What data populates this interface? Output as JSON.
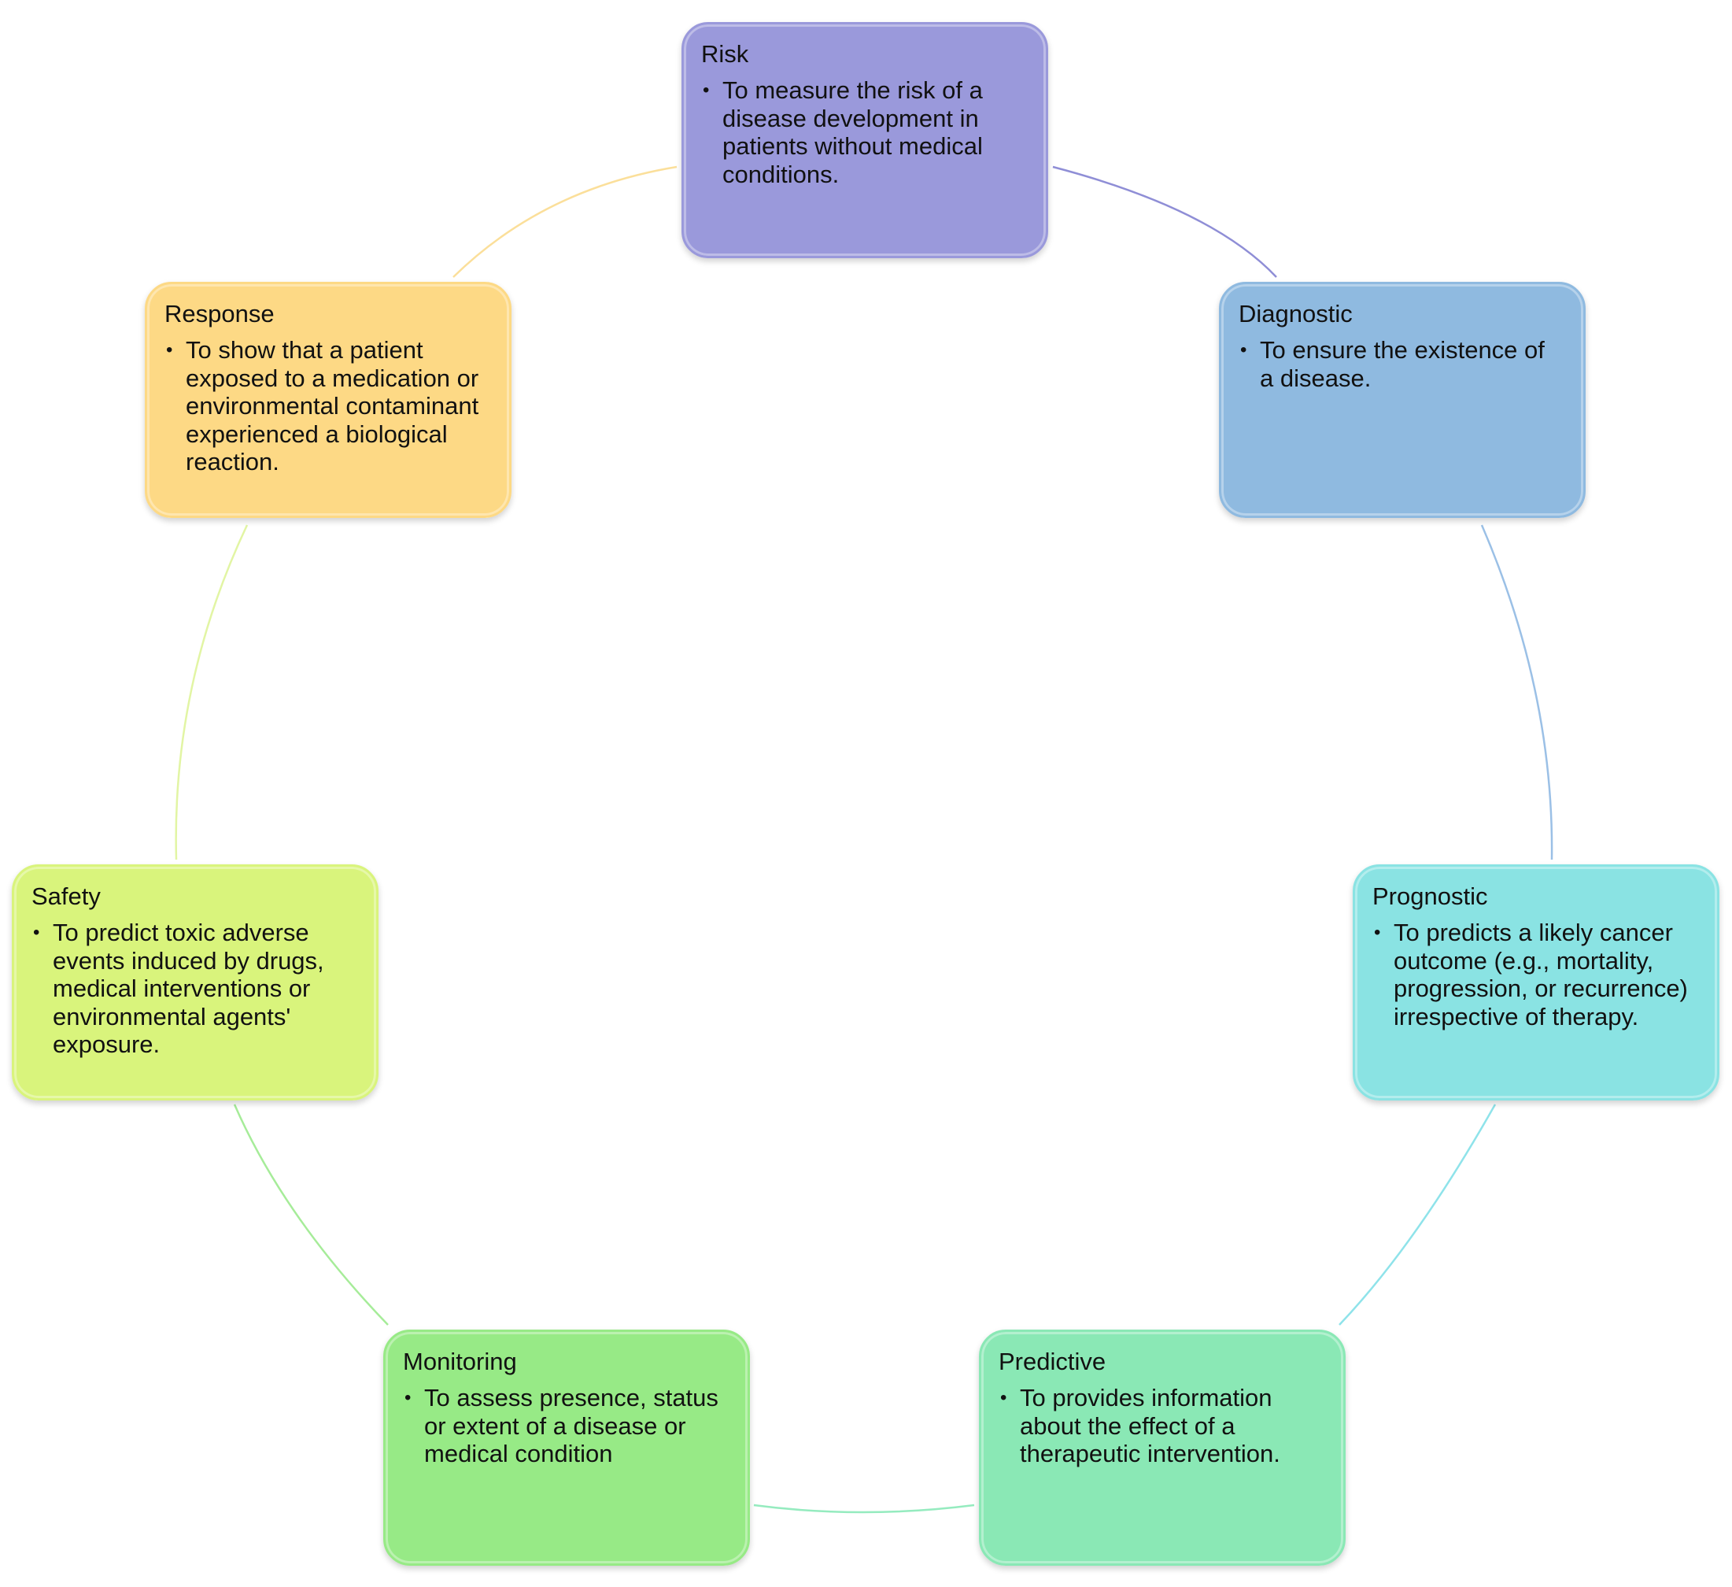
{
  "nodes": [
    {
      "id": "risk",
      "title": "Risk",
      "bullets": [
        "To measure the risk of a disease development in patients without medical conditions."
      ],
      "color": "#9a99db",
      "connector_color": "#8f8ed6"
    },
    {
      "id": "diagnostic",
      "title": "Diagnostic",
      "bullets": [
        "To ensure the existence of a disease."
      ],
      "color": "#8fbae0",
      "connector_color": "#9bc0e6"
    },
    {
      "id": "prognostic",
      "title": "Prognostic",
      "bullets": [
        "To predicts a likely cancer outcome (e.g., mortality, progression, or recurrence) irrespective of therapy."
      ],
      "color": "#8ae3e3",
      "connector_color": "#8fe3ea"
    },
    {
      "id": "predictive",
      "title": "Predictive",
      "bullets": [
        "To provides information about the effect of a therapeutic intervention."
      ],
      "color": "#8ae8b5",
      "connector_color": "#95ebbf"
    },
    {
      "id": "monitoring",
      "title": "Monitoring",
      "bullets": [
        "To assess presence, status or extent of a disease or medical condition"
      ],
      "color": "#97ea86",
      "connector_color": "#a6ec99"
    },
    {
      "id": "safety",
      "title": "Safety",
      "bullets": [
        "To predict toxic adverse events induced by drugs, medical interventions or environmental agents' exposure."
      ],
      "color": "#d9f47c",
      "connector_color": "#e2f5a4"
    },
    {
      "id": "response",
      "title": "Response",
      "bullets": [
        "To show that a patient exposed to a medication or environmental contaminant experienced a biological reaction."
      ],
      "color": "#fdd985",
      "connector_color": "#fbdf9a"
    }
  ]
}
